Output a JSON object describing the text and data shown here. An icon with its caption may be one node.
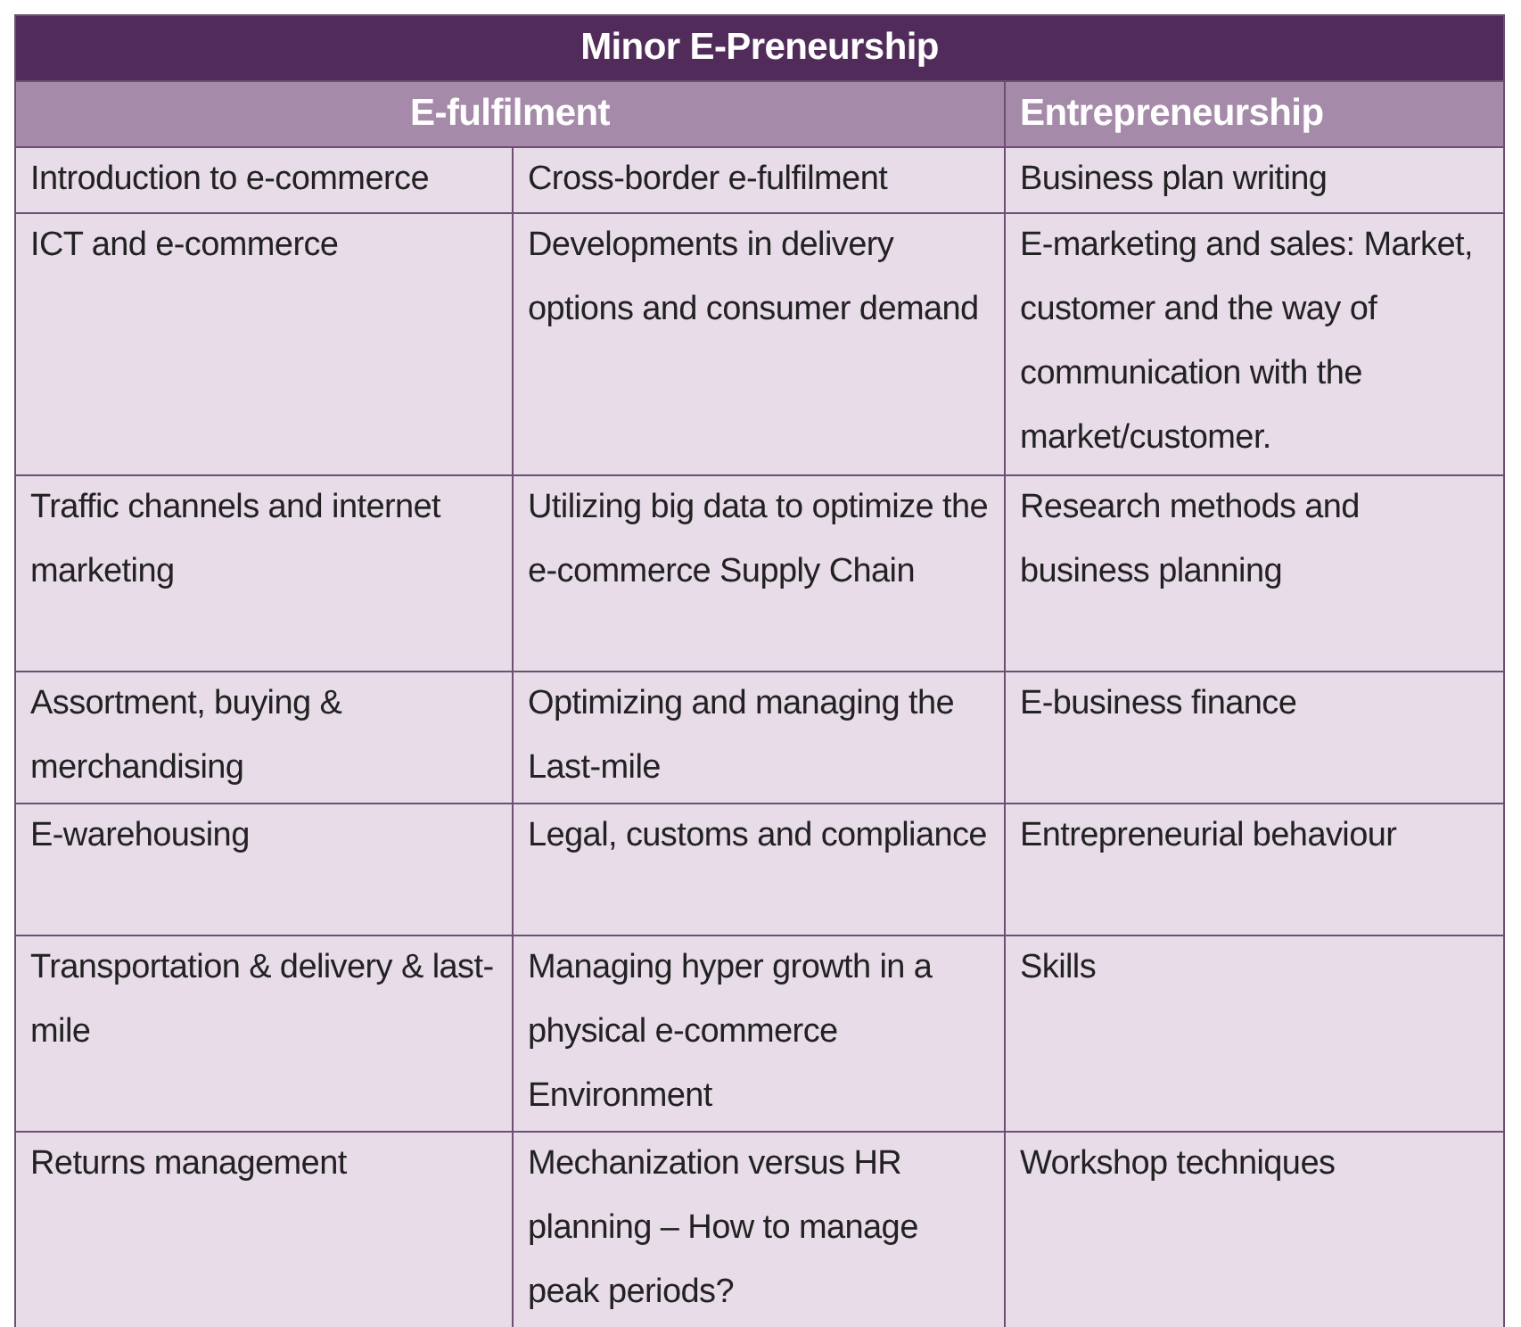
{
  "diagram": {
    "title": "Minor E-Preneurship",
    "labels": [
      "E-fulfilment",
      "Entrepreneurship",
      "Introduction to e-commerce",
      "Cross-border e-fulfilment",
      "Business plan writing",
      "ICT and e-commerce",
      "Developments in delivery options and consumer demand",
      "E-marketing and sales: Market, customer and the way of communication with the market/customer.",
      "Traffic channels and internet marketing",
      "Utilizing big data to optimize the e-commerce Supply Chain",
      "Research methods and business planning",
      "Assortment, buying & merchandising",
      "Optimizing and managing the Last-mile",
      "E-business finance",
      "E-warehousing",
      "Legal, customs and compliance",
      "Entrepreneurial behaviour",
      "Transportation & delivery & last-mile",
      "Managing hyper growth in a physical e-commerce Environment",
      "Skills",
      "Returns management",
      "Mechanization versus HR planning – How to manage peak periods?",
      "Workshop techniques"
    ]
  }
}
